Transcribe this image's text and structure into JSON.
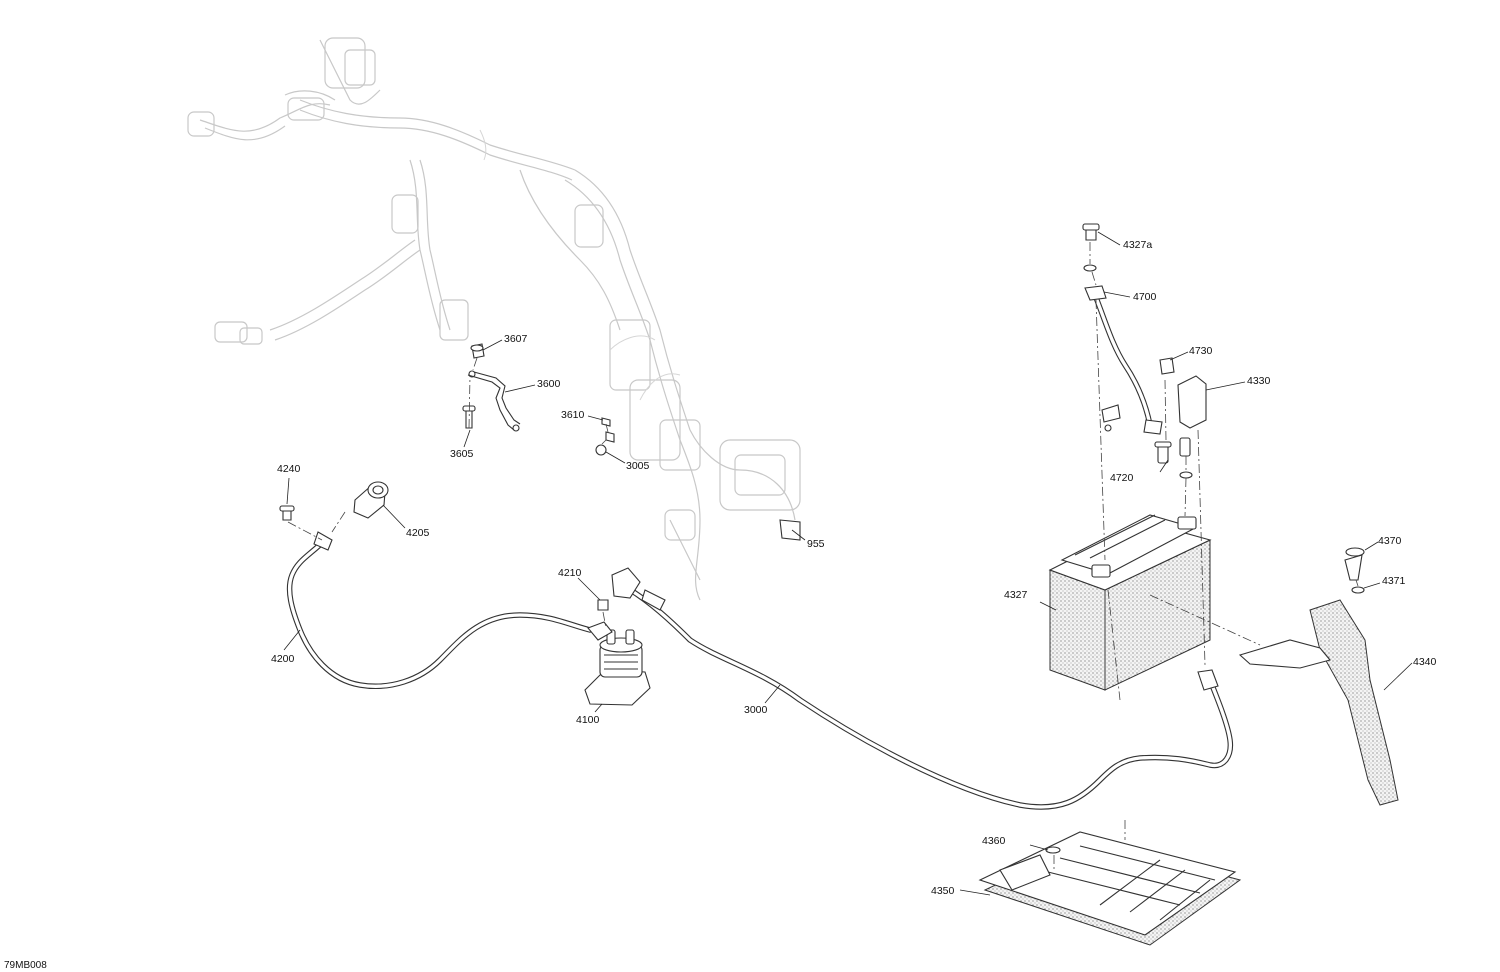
{
  "diagram_code": "79MB008",
  "callouts": [
    {
      "id": "c3607",
      "text": "3607"
    },
    {
      "id": "c3600",
      "text": "3600"
    },
    {
      "id": "c3610",
      "text": "3610"
    },
    {
      "id": "c3605",
      "text": "3605"
    },
    {
      "id": "c3005",
      "text": "3005"
    },
    {
      "id": "c4240",
      "text": "4240"
    },
    {
      "id": "c4205",
      "text": "4205"
    },
    {
      "id": "c955",
      "text": "955"
    },
    {
      "id": "c4210",
      "text": "4210"
    },
    {
      "id": "c4200",
      "text": "4200"
    },
    {
      "id": "c4100",
      "text": "4100"
    },
    {
      "id": "c3000",
      "text": "3000"
    },
    {
      "id": "c4327a",
      "text": "4327a"
    },
    {
      "id": "c4700",
      "text": "4700"
    },
    {
      "id": "c4730",
      "text": "4730"
    },
    {
      "id": "c4330",
      "text": "4330"
    },
    {
      "id": "c4720",
      "text": "4720"
    },
    {
      "id": "c4327",
      "text": "4327"
    },
    {
      "id": "c4370",
      "text": "4370"
    },
    {
      "id": "c4371",
      "text": "4371"
    },
    {
      "id": "c4340",
      "text": "4340"
    },
    {
      "id": "c4360",
      "text": "4360"
    },
    {
      "id": "c4350",
      "text": "4350"
    }
  ]
}
